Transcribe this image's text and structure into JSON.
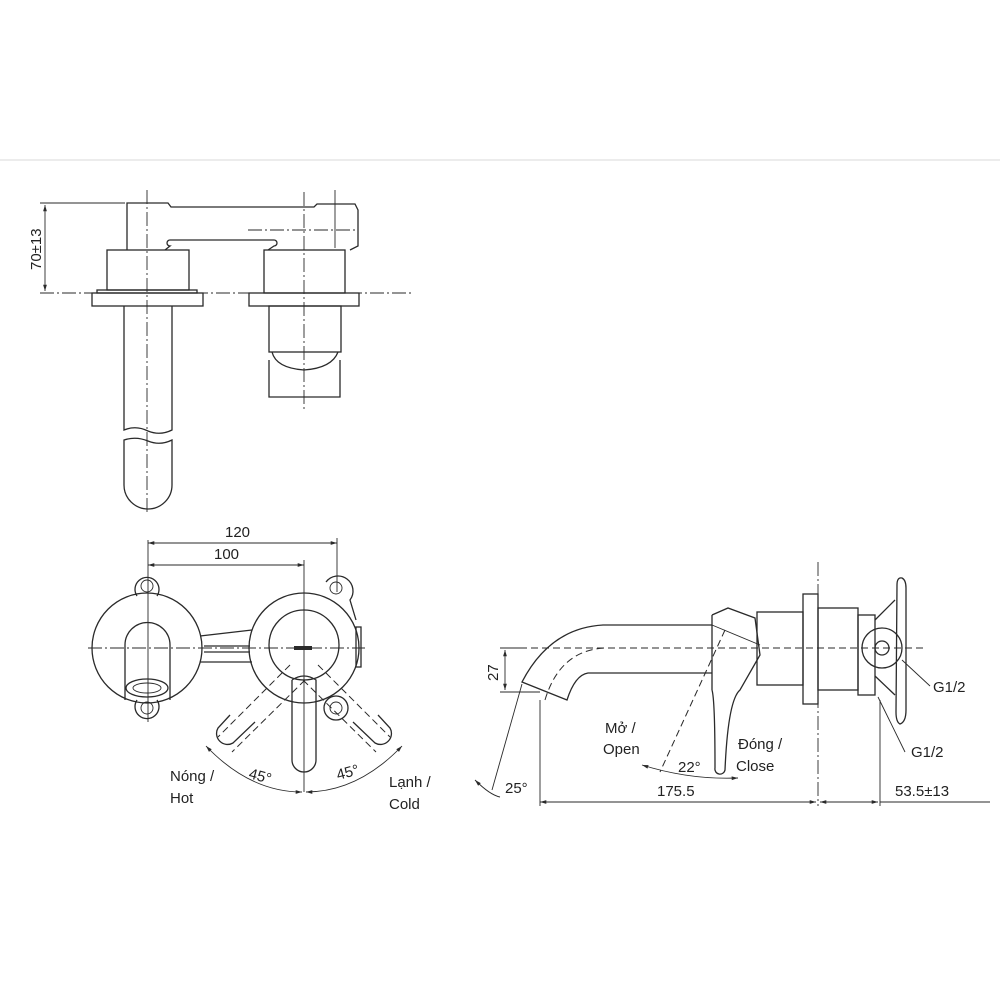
{
  "front_view": {
    "height_dim": "70±13"
  },
  "plan_view": {
    "dim_outer": "120",
    "dim_inner": "100",
    "angle_left": "45°",
    "angle_right": "45°",
    "hot_label_1": "Nóng /",
    "hot_label_2": "Hot",
    "cold_label_1": "Lạnh /",
    "cold_label_2": "Cold"
  },
  "side_view": {
    "spout_height_dim": "27",
    "spout_angle": "25°",
    "length_dim": "175.5",
    "depth_dim": "53.5±13",
    "lever_angle": "22°",
    "open_label_1": "Mở /",
    "open_label_2": "Open",
    "close_label_1": "Đóng /",
    "close_label_2": "Close",
    "thread_1": "G1/2",
    "thread_2": "G1/2"
  },
  "colors": {
    "line": "#2a2a2a",
    "background": "#ffffff",
    "separator": "#e6e6e6"
  }
}
